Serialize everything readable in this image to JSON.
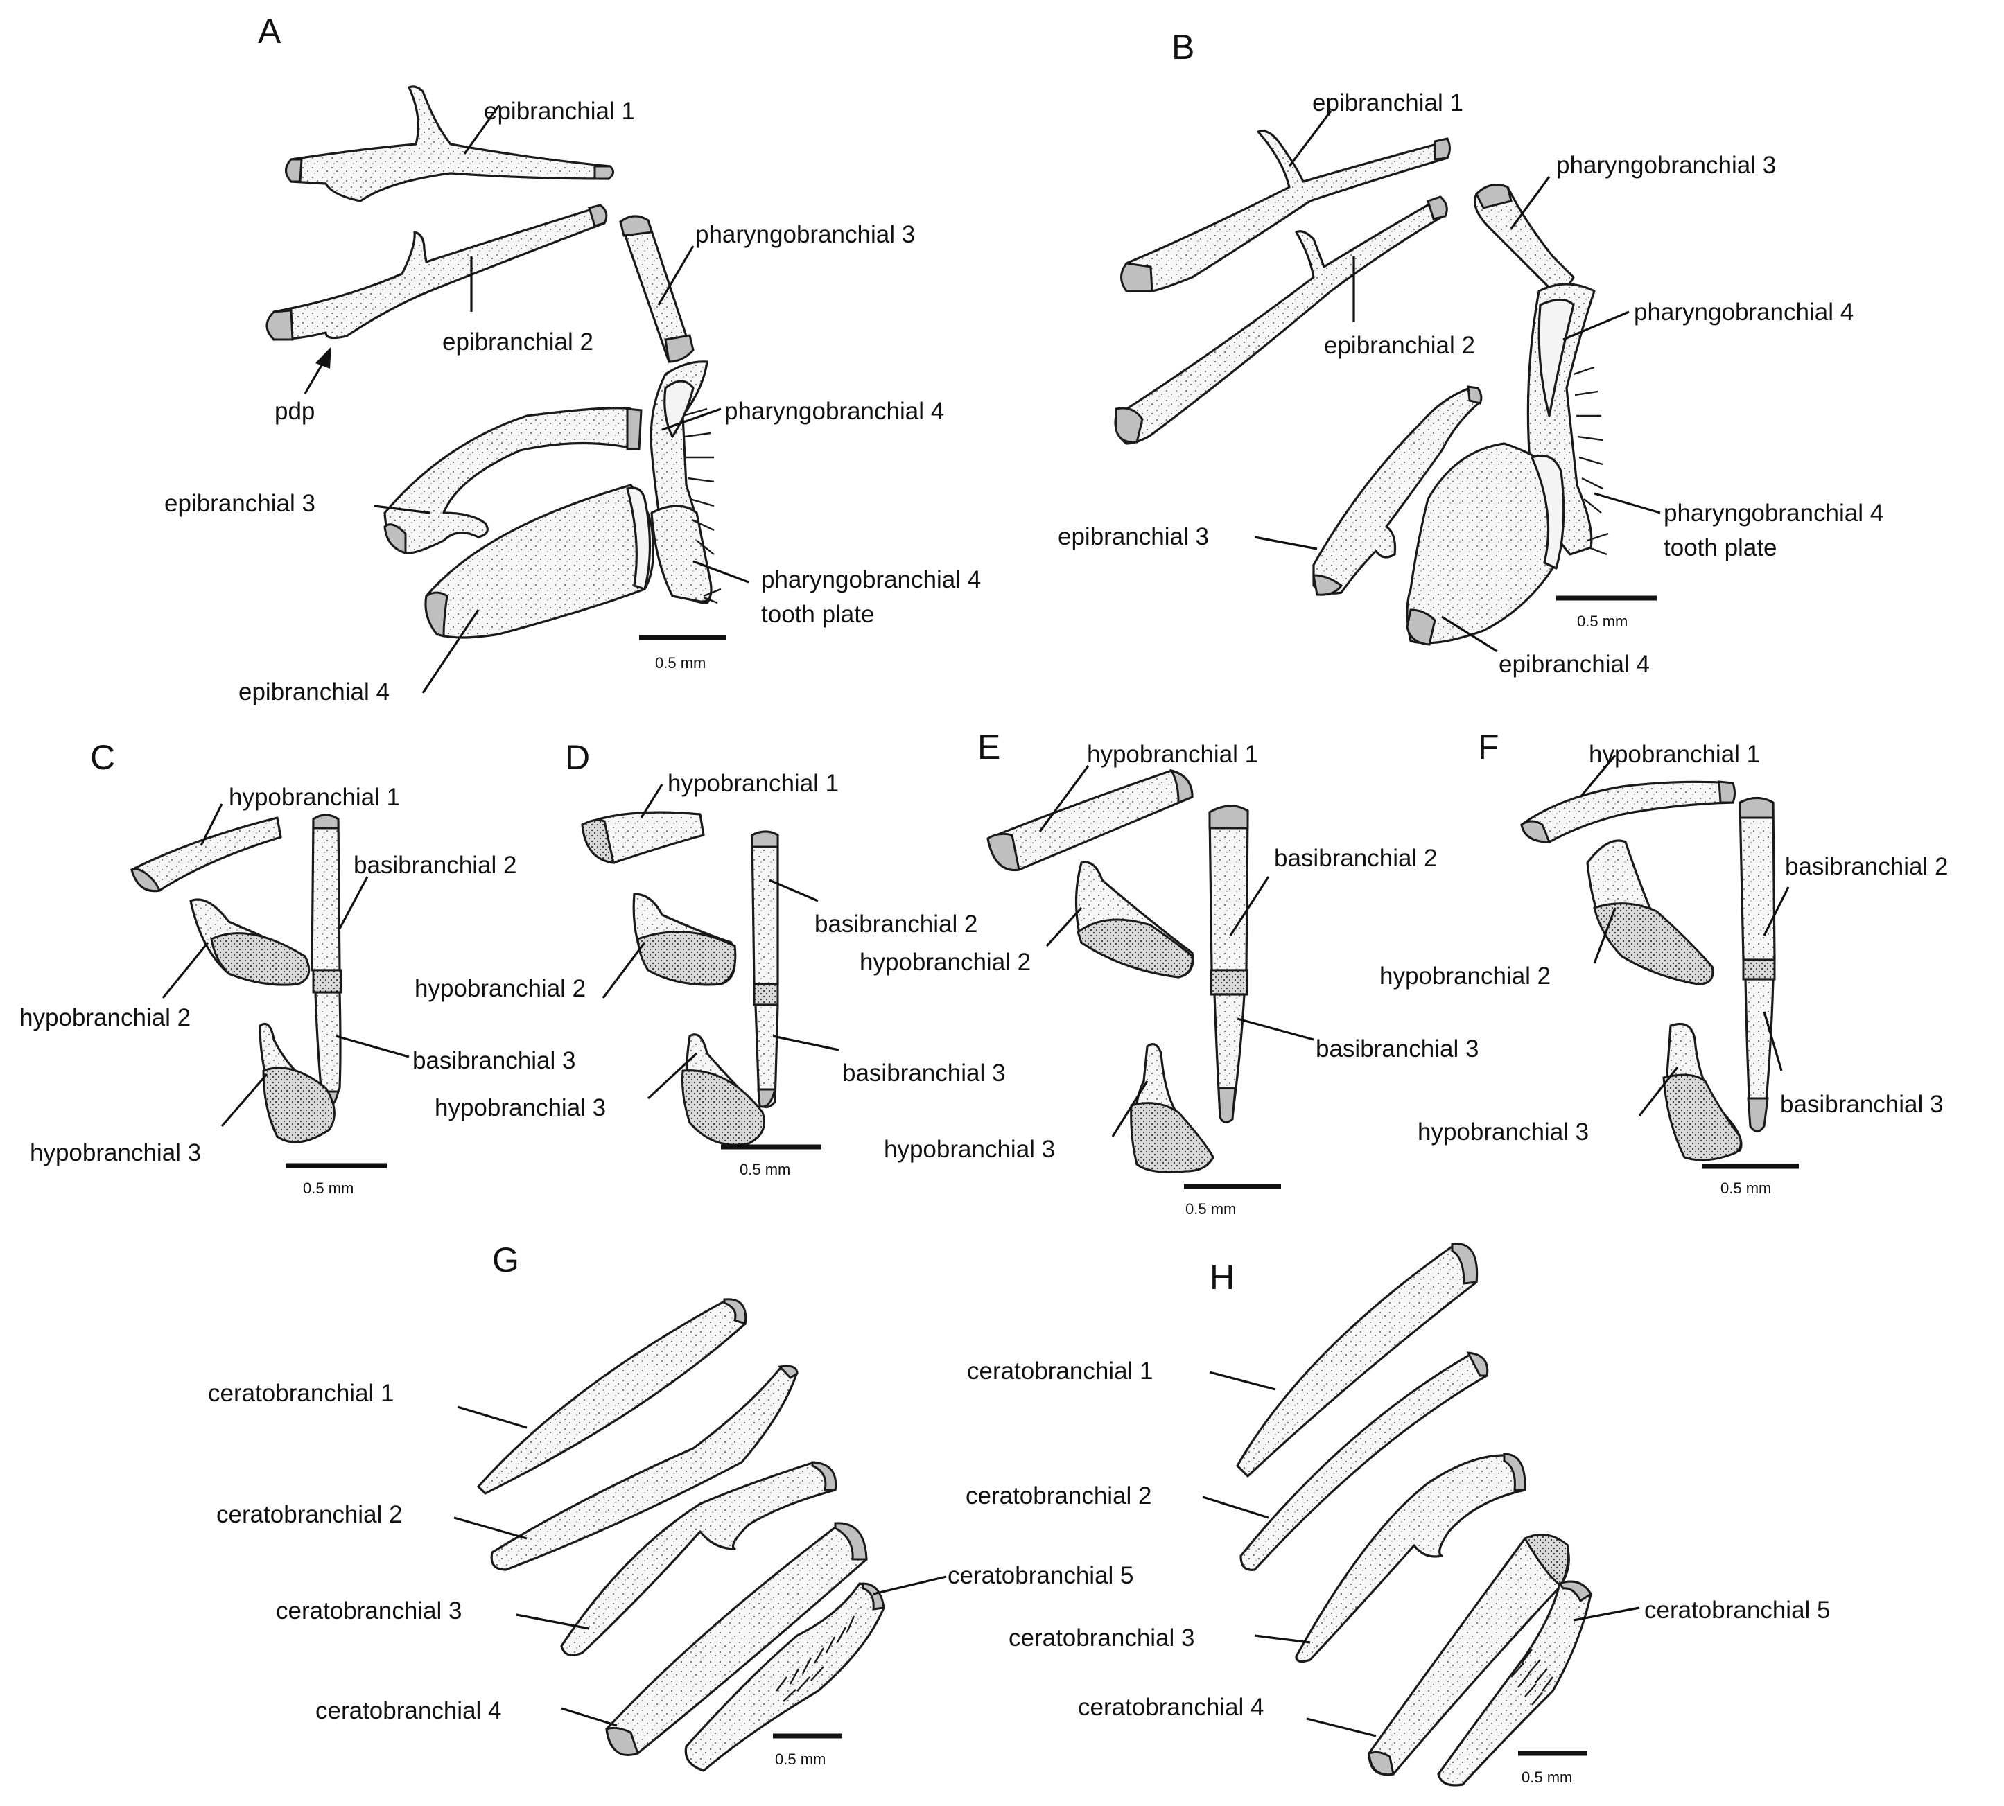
{
  "panels": {
    "A": {
      "letter": "A",
      "labels": {
        "epibranchial_1": "epibranchial 1",
        "epibranchial_2": "epibranchial 2",
        "epibranchial_3": "epibranchial 3",
        "epibranchial_4": "epibranchial 4",
        "pharyngobranchial_3": "pharyngobranchial 3",
        "pharyngobranchial_4": "pharyngobranchial 4",
        "tooth_plate_line1": "pharyngobranchial 4",
        "tooth_plate_line2": "tooth plate",
        "pdp": "pdp"
      },
      "scale": "0.5 mm"
    },
    "B": {
      "letter": "B",
      "labels": {
        "epibranchial_1": "epibranchial 1",
        "epibranchial_2": "epibranchial 2",
        "epibranchial_3": "epibranchial 3",
        "epibranchial_4": "epibranchial 4",
        "pharyngobranchial_3": "pharyngobranchial 3",
        "pharyngobranchial_4": "pharyngobranchial 4",
        "tooth_plate_line1": "pharyngobranchial 4",
        "tooth_plate_line2": "tooth plate"
      },
      "scale": "0.5 mm"
    },
    "C": {
      "letter": "C",
      "labels": {
        "hypobranchial_1": "hypobranchial 1",
        "hypobranchial_2": "hypobranchial 2",
        "hypobranchial_3": "hypobranchial 3",
        "basibranchial_2": "basibranchial 2",
        "basibranchial_3": "basibranchial 3"
      },
      "scale": "0.5 mm"
    },
    "D": {
      "letter": "D",
      "labels": {
        "hypobranchial_1": "hypobranchial 1",
        "hypobranchial_2": "hypobranchial 2",
        "hypobranchial_3": "hypobranchial 3",
        "basibranchial_2": "basibranchial 2",
        "basibranchial_3": "basibranchial 3"
      },
      "scale": "0.5 mm"
    },
    "E": {
      "letter": "E",
      "labels": {
        "hypobranchial_1": "hypobranchial 1",
        "hypobranchial_2": "hypobranchial 2",
        "hypobranchial_3": "hypobranchial 3",
        "basibranchial_2": "basibranchial 2",
        "basibranchial_3": "basibranchial 3"
      },
      "scale": "0.5 mm"
    },
    "F": {
      "letter": "F",
      "labels": {
        "hypobranchial_1": "hypobranchial 1",
        "hypobranchial_2": "hypobranchial 2",
        "hypobranchial_3": "hypobranchial 3",
        "basibranchial_2": "basibranchial 2",
        "basibranchial_3": "basibranchial 3"
      },
      "scale": "0.5 mm"
    },
    "G": {
      "letter": "G",
      "labels": {
        "ceratobranchial_1": "ceratobranchial 1",
        "ceratobranchial_2": "ceratobranchial 2",
        "ceratobranchial_3": "ceratobranchial 3",
        "ceratobranchial_4": "ceratobranchial 4",
        "ceratobranchial_5": "ceratobranchial 5"
      },
      "scale": "0.5 mm"
    },
    "H": {
      "letter": "H",
      "labels": {
        "ceratobranchial_1": "ceratobranchial 1",
        "ceratobranchial_2": "ceratobranchial 2",
        "ceratobranchial_3": "ceratobranchial 3",
        "ceratobranchial_4": "ceratobranchial 4",
        "ceratobranchial_5": "ceratobranchial 5"
      },
      "scale": "0.5 mm"
    }
  }
}
